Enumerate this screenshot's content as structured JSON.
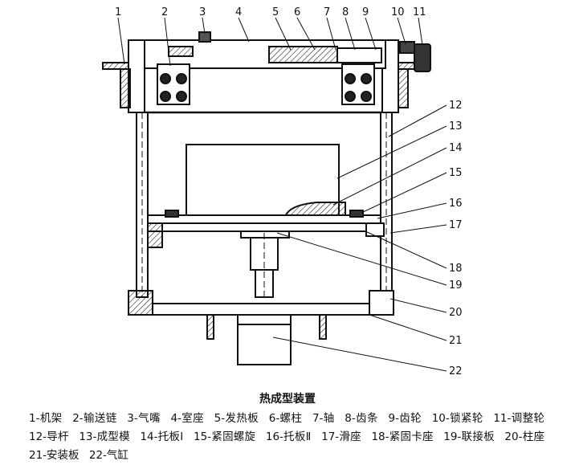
{
  "callouts": [
    "1",
    "2",
    "3",
    "4",
    "5",
    "6",
    "7",
    "8",
    "9",
    "10",
    "11",
    "12",
    "13",
    "14",
    "15",
    "16",
    "17",
    "18",
    "19",
    "20",
    "21",
    "22"
  ],
  "caption": {
    "title": "热成型装置"
  },
  "legend": [
    "1-机架",
    "2-输送链",
    "3-气嘴",
    "4-室座",
    "5-发热板",
    "6-螺柱",
    "7-轴",
    "8-齿条",
    "9-齿轮",
    "10-锁紧轮",
    "11-调整轮",
    "12-导杆",
    "13-成型模",
    "14-托板Ⅰ",
    "15-紧固螺旋",
    "16-托板Ⅱ",
    "17-滑座",
    "18-紧固卡座",
    "19-联接板",
    "20-柱座",
    "21-安装板",
    "22-气缸"
  ]
}
